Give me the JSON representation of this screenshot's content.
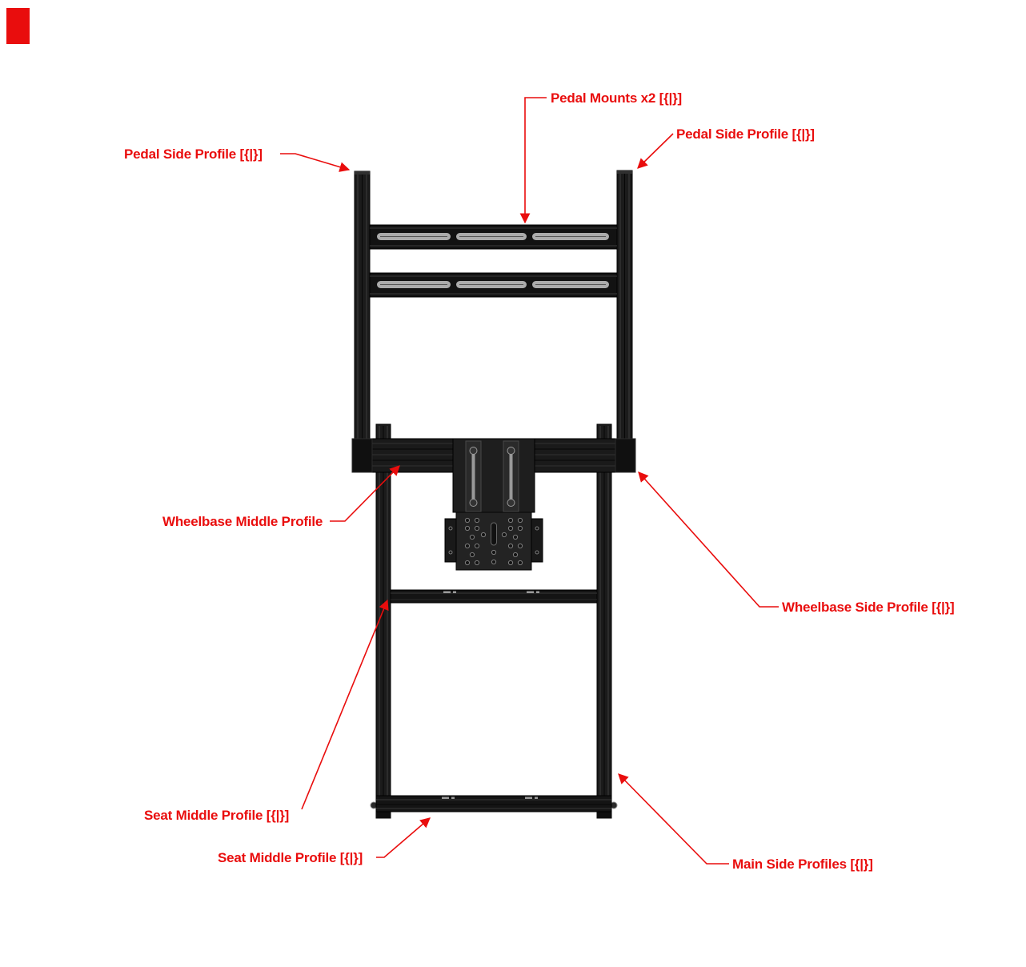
{
  "colors": {
    "annotation": "#e90d0d",
    "frame_dark": "#1b1b1b",
    "background": "#ffffff"
  },
  "labels": {
    "pedal_mounts": "Pedal Mounts x2 [{|}]",
    "pedal_side_profile_right": "Pedal Side Profile [{|}]",
    "pedal_side_profile_left": "Pedal Side Profile [{|}]",
    "wheelbase_middle_profile": "Wheelbase Middle Profile",
    "wheelbase_side_profile": "Wheelbase Side Profile [{|}]",
    "seat_middle_profile_upper": "Seat Middle Profile [{|}]",
    "seat_middle_profile_lower": "Seat Middle Profile [{|}]",
    "main_side_profiles": "Main Side Profiles [{|}]"
  }
}
